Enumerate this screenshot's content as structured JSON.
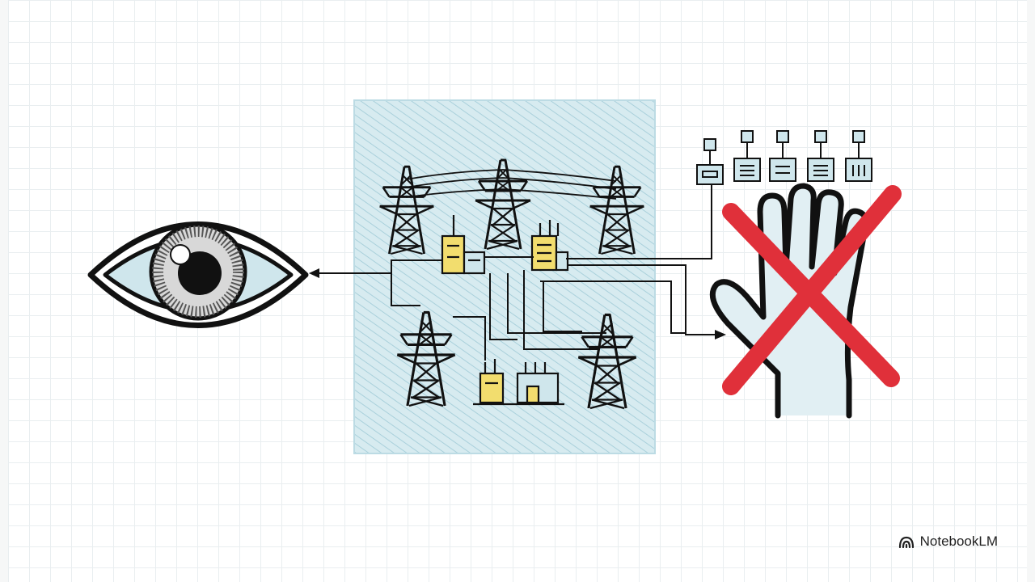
{
  "watermark": {
    "brand_name": "NotebookLM",
    "icon": "notebooklm-logo-icon"
  },
  "diagram": {
    "elements": [
      {
        "name": "eye-icon",
        "meaning": "observation"
      },
      {
        "name": "power-grid",
        "icon": "transmission-tower-icon"
      },
      {
        "name": "hand-icon",
        "status": "crossed-out"
      },
      {
        "name": "control-devices",
        "count": 5
      }
    ],
    "colors": {
      "panel_fill": "#cfe6ec",
      "hatch": "#9cc9d6",
      "ink": "#111111",
      "building_yellow": "#f2dd6e",
      "cross_red": "#e0303a"
    }
  }
}
